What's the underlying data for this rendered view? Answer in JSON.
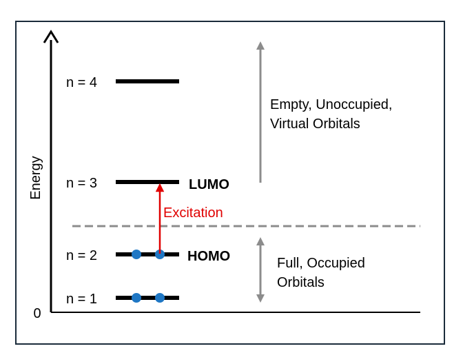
{
  "axis": {
    "label": "Energy",
    "zero": "0"
  },
  "levels": [
    {
      "label": "n = 1",
      "tag": ""
    },
    {
      "label": "n = 2",
      "tag": "HOMO"
    },
    {
      "label": "n = 3",
      "tag": "LUMO"
    },
    {
      "label": "n = 4",
      "tag": ""
    }
  ],
  "transition": {
    "label": "Excitation"
  },
  "annotations": {
    "empty_line1": "Empty, Unoccupied,",
    "empty_line2": "Virtual Orbitals",
    "full_line1": "Full, Occupied",
    "full_line2": "Orbitals"
  },
  "colors": {
    "frame": "#1a2b3a",
    "level": "#000000",
    "electron": "#1f77c4",
    "excitation": "#e00000",
    "annotation_arrow": "#8c8c8c",
    "divider": "#8c8c8c"
  }
}
